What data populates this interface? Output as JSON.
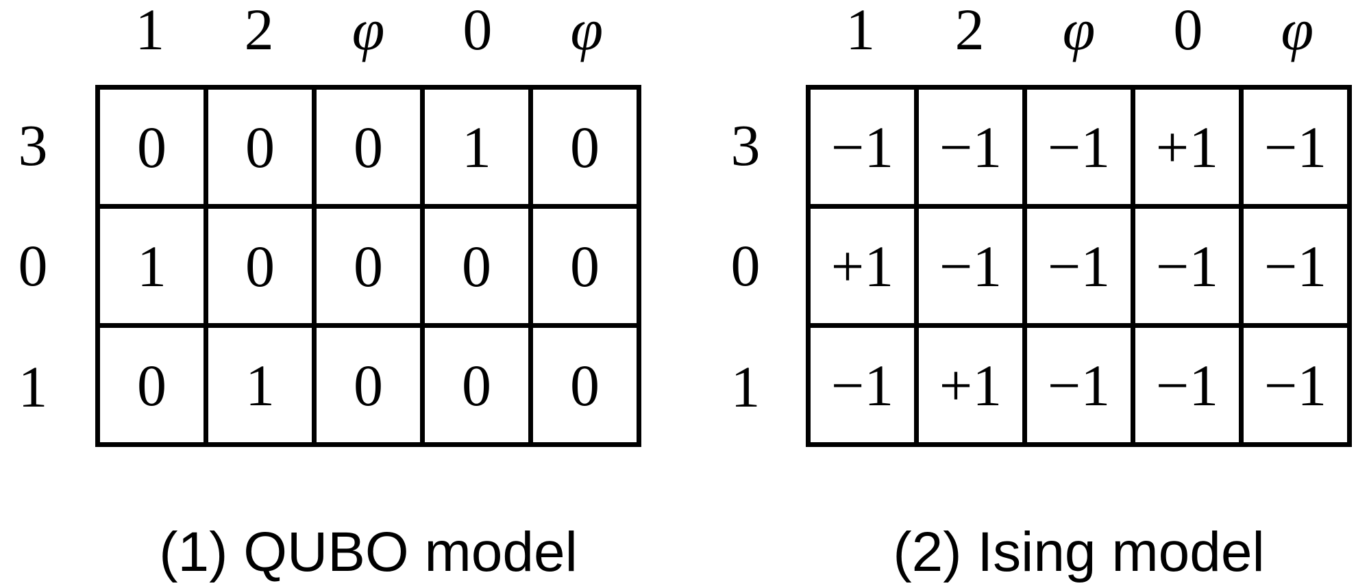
{
  "figure": {
    "background_color": "#ffffff",
    "ink_color": "#000000"
  },
  "panels": [
    {
      "id": "qubo",
      "caption": "(1) QUBO model",
      "column_headers": [
        "1",
        "2",
        "φ",
        "0",
        "φ"
      ],
      "row_headers": [
        "3",
        "0",
        "1"
      ],
      "rows": [
        [
          "0",
          "0",
          "0",
          "1",
          "0"
        ],
        [
          "1",
          "0",
          "0",
          "0",
          "0"
        ],
        [
          "0",
          "1",
          "0",
          "0",
          "0"
        ]
      ]
    },
    {
      "id": "ising",
      "caption": "(2) Ising model",
      "column_headers": [
        "1",
        "2",
        "φ",
        "0",
        "φ"
      ],
      "row_headers": [
        "3",
        "0",
        "1"
      ],
      "rows": [
        [
          "−1",
          "−1",
          "−1",
          "+1",
          "−1"
        ],
        [
          "+1",
          "−1",
          "−1",
          "−1",
          "−1"
        ],
        [
          "−1",
          "+1",
          "−1",
          "−1",
          "−1"
        ]
      ]
    }
  ]
}
